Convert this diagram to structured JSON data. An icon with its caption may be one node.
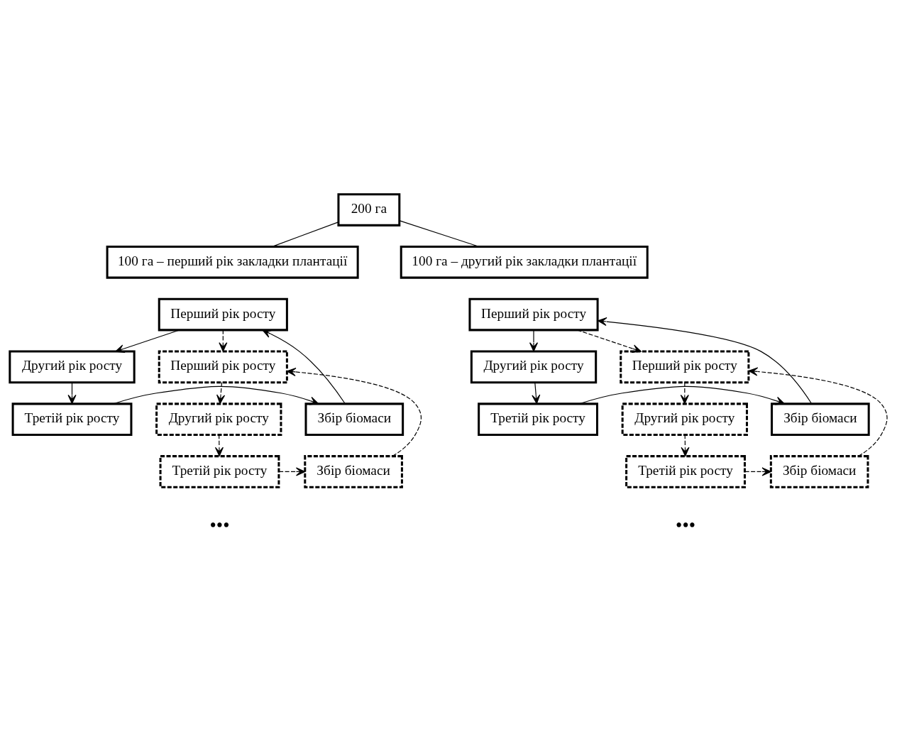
{
  "diagram": {
    "nodes": [
      {
        "text": [
          "200 га"
        ]
      },
      {
        "text": [
          "100 га – перший рік закладки плантації"
        ]
      },
      {
        "text": [
          "100 га – другий рік закладки плантації"
        ]
      },
      {
        "text": [
          "Перший рік росту"
        ]
      },
      {
        "text": [
          "Другий рік росту"
        ]
      },
      {
        "text": [
          "Третій рік росту"
        ]
      },
      {
        "text": [
          "Збір біомаси"
        ]
      },
      {
        "text": [
          "Перший рік росту"
        ]
      },
      {
        "text": [
          "Другий рік росту"
        ]
      },
      {
        "text": [
          "Третій рік росту"
        ]
      },
      {
        "text": [
          "Збір біомаси"
        ]
      },
      {
        "text": [
          "Перший рік росту"
        ]
      },
      {
        "text": [
          "Другий рік росту"
        ]
      },
      {
        "text": [
          "Третій рік росту"
        ]
      },
      {
        "text": [
          "Збір біомаси"
        ]
      },
      {
        "text": [
          "Перший рік росту"
        ]
      },
      {
        "text": [
          "Другий рік росту"
        ]
      },
      {
        "text": [
          "Третій рік росту"
        ]
      },
      {
        "text": [
          "Збір біомаси"
        ]
      }
    ],
    "edges": [
      {
        "from": 0,
        "to": 1,
        "arrow": "none"
      },
      {
        "from": 0,
        "to": 2,
        "arrow": "none"
      },
      {
        "from": 3,
        "to": 4,
        "arrow": "to"
      },
      {
        "from": 4,
        "to": 5,
        "arrow": "to"
      },
      {
        "from": 5,
        "to": 6,
        "arrow": "to"
      },
      {
        "from": 6,
        "to": 3,
        "arrow": "to"
      },
      {
        "from": 3,
        "to": 7,
        "arrow": "to",
        "style": "dashed"
      },
      {
        "from": 7,
        "to": 8,
        "arrow": "to",
        "style": "dashed"
      },
      {
        "from": 8,
        "to": 9,
        "arrow": "to",
        "style": "dashed"
      },
      {
        "from": 9,
        "to": 10,
        "arrow": "to",
        "style": "dashed"
      },
      {
        "from": 10,
        "to": 7,
        "arrow": "to",
        "style": "dashed"
      },
      {
        "from": 11,
        "to": 12,
        "arrow": "to"
      },
      {
        "from": 12,
        "to": 13,
        "arrow": "to"
      },
      {
        "from": 13,
        "to": 14,
        "arrow": "to"
      },
      {
        "from": 14,
        "to": 11,
        "arrow": "to"
      },
      {
        "from": 11,
        "to": 15,
        "arrow": "to",
        "style": "dashed"
      },
      {
        "from": 15,
        "to": 16,
        "arrow": "to",
        "style": "dashed"
      },
      {
        "from": 16,
        "to": 17,
        "arrow": "to",
        "style": "dashed"
      },
      {
        "from": 17,
        "to": 18,
        "arrow": "to",
        "style": "dashed"
      },
      {
        "from": 18,
        "to": 15,
        "arrow": "to",
        "style": "dashed"
      }
    ],
    "labels": [
      "•••",
      "•••"
    ]
  }
}
